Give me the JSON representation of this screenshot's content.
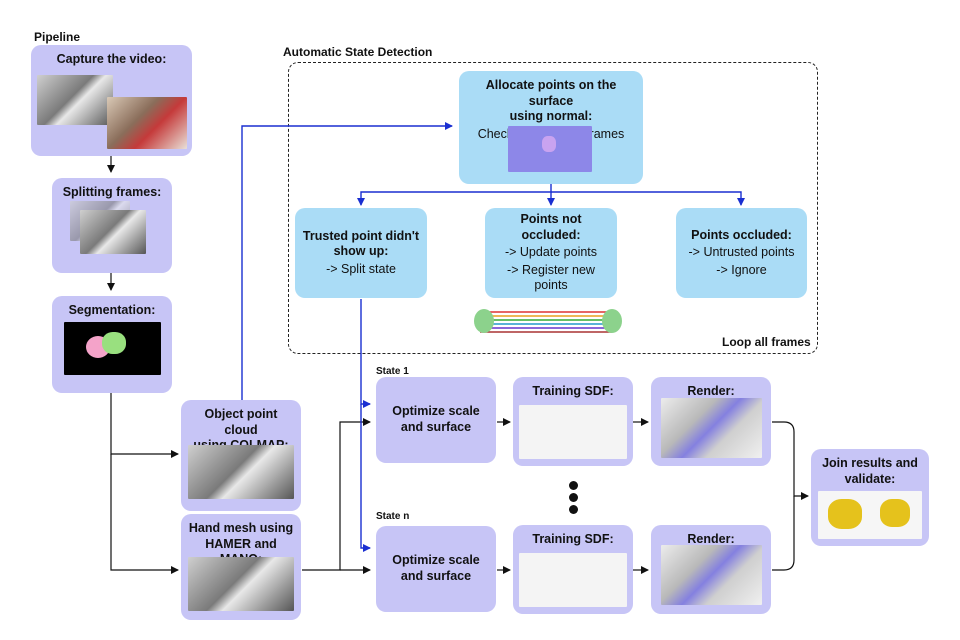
{
  "labels": {
    "pipeline": "Pipeline",
    "auto_detection": "Automatic State Detection",
    "loop": "Loop all frames",
    "state1": "State 1",
    "staten": "State n"
  },
  "boxes": {
    "capture": "Capture the video:",
    "splitting": "Splitting frames:",
    "segmentation": "Segmentation:",
    "object_pc_line1": "Object point cloud",
    "object_pc_line2": "using COLMAP:",
    "hand_mesh_line1": "Hand mesh using",
    "hand_mesh_line2": "HAMER and MANO:",
    "allocate_line1": "Allocate points on the surface",
    "allocate_line2": "using normal:",
    "allocate_sub": "Check consecutive frames",
    "trusted_line1": "Trusted point didn't",
    "trusted_line2": "show up:",
    "trusted_sub": "-> Split state",
    "not_occluded": "Points not occluded:",
    "not_occluded_sub1": "-> Update points",
    "not_occluded_sub2": "-> Register new points",
    "occluded": "Points occluded:",
    "occluded_sub1": "-> Untrusted points",
    "occluded_sub2": "-> Ignore",
    "optimize1_line1": "Optimize scale",
    "optimize1_line2": "and surface",
    "optimize2_line1": "Optimize scale",
    "optimize2_line2": "and surface",
    "training1": "Training SDF:",
    "training2": "Training SDF:",
    "render1": "Render:",
    "render2": "Render:",
    "join_line1": "Join results and",
    "join_line2": "validate:"
  },
  "colors": {
    "purple_box": "#c7c5f6",
    "blue_box": "#aadcf6",
    "blue_arrow": "#1a2fd1",
    "black_arrow": "#111111"
  }
}
